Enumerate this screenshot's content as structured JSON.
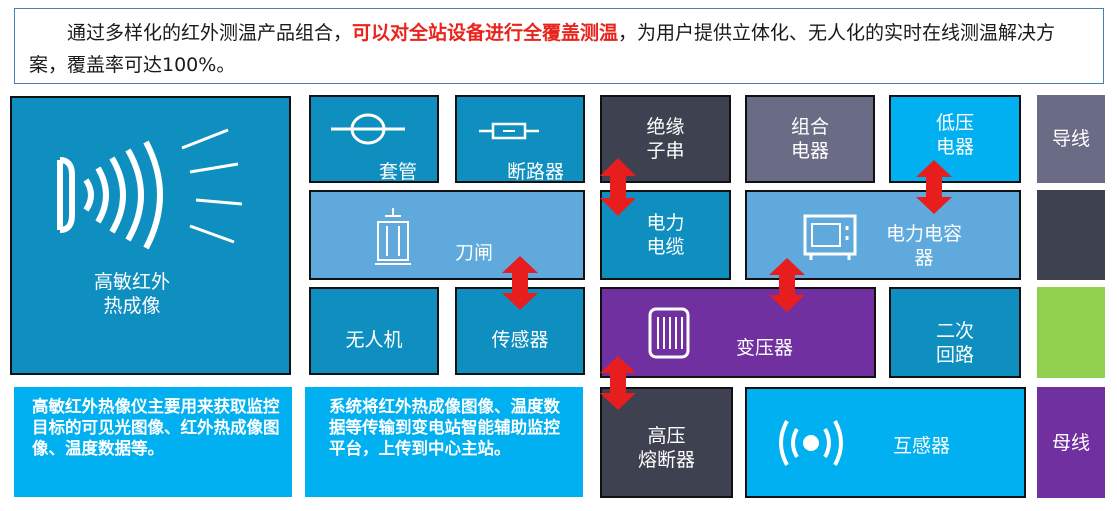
{
  "intro": {
    "before": "通过多样化的红外测温产品组合，",
    "highlight": "可以对全站设备进行全覆盖测温",
    "after": "，为用户提供立体化、无人化的实时在线测温解决方案，覆盖率可达100%。"
  },
  "tiles": {
    "thermal": "高敏红外\n热成像",
    "bushing": "套管",
    "breaker": "断路器",
    "insulator": "绝缘\n子串",
    "combined": "组合\n电器",
    "lv": "低压\n电器",
    "wire": "导线",
    "knife_switch": "刀闸",
    "cable": "电力\n电缆",
    "capacitor": "电力电容\n器",
    "drone": "无人机",
    "sensor": "传感器",
    "transformer": "变压器",
    "secondary": "二次\n回路",
    "hv_fuse": "高压\n熔断器",
    "ct": "互感器",
    "busbar": "母线"
  },
  "info": {
    "left": "高敏红外热像仪主要用来获取监控目标的可见光图像、红外热成像图像、温度数据等。",
    "middle": "系统将红外热成像图像、温度数据等传输到变电站智能辅助监控平台，上传到中心主站。"
  },
  "colors": {
    "teal": "#0e8fc0",
    "dark": "#3e4150",
    "slate": "#6a6b84",
    "cyan": "#00b0f0",
    "light_blue": "#5fa9dc",
    "purple": "#7030a0",
    "green": "#92d050",
    "red_arrow": "#e81d1d",
    "highlight_text": "#e8241c"
  },
  "icons": [
    "infrared-wave-icon",
    "bushing-icon",
    "circuit-breaker-icon",
    "knife-switch-icon",
    "capacitor-panel-icon",
    "transformer-icon",
    "wireless-signal-icon",
    "double-arrow-icon"
  ]
}
